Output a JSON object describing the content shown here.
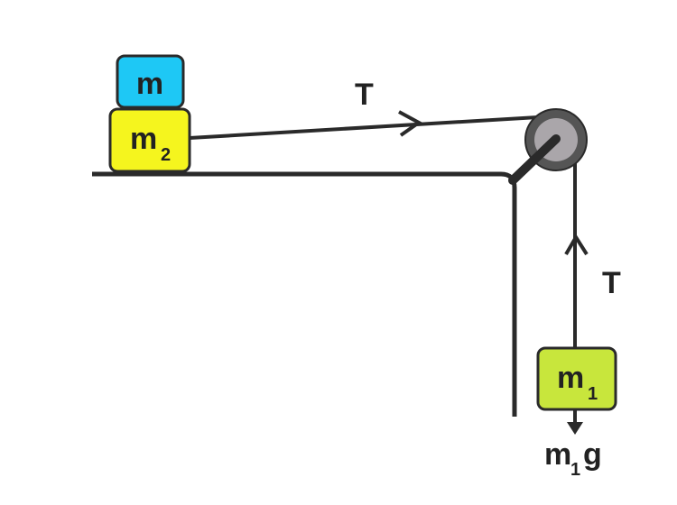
{
  "diagram": {
    "title": "Atwood machine with block on table",
    "blocks": {
      "top": {
        "label": "m",
        "color": "#1ec8f5"
      },
      "table_block": {
        "label": "m",
        "subscript": "2",
        "color": "#f5f51e"
      },
      "hanging": {
        "label": "m",
        "subscript": "1",
        "color": "#c8e63c"
      }
    },
    "forces": {
      "tension_horizontal": "T",
      "tension_vertical": "T",
      "weight": {
        "label": "m",
        "subscript": "1",
        "suffix": "g"
      }
    },
    "colors": {
      "line": "#2a2a2a",
      "pulley_outer": "#555555",
      "pulley_inner": "#aaa6aa"
    }
  }
}
